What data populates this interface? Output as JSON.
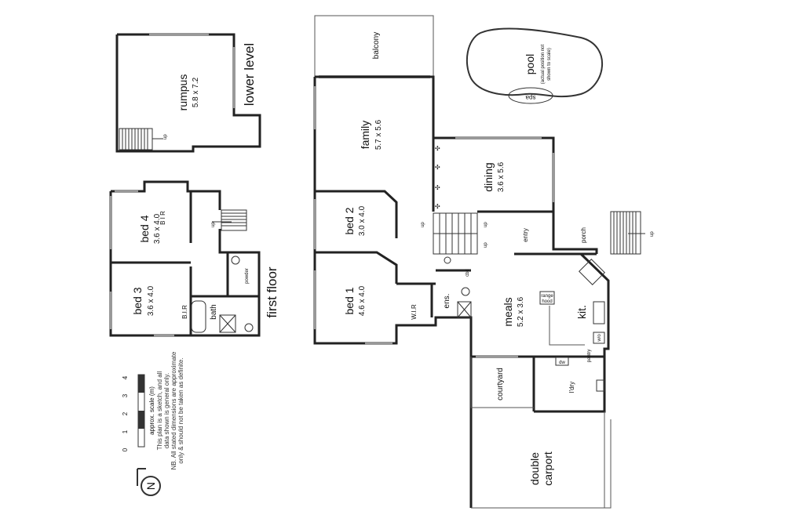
{
  "levels": {
    "lower": "lower level",
    "first": "first floor"
  },
  "rooms": {
    "rumpus": {
      "name": "rumpus",
      "dim": "5.8 x 7.2"
    },
    "bed4": {
      "name": "bed 4",
      "dim": "3.6 x 4.0"
    },
    "bed3": {
      "name": "bed 3",
      "dim": "3.6 x 4.0"
    },
    "bath": {
      "name": "bath"
    },
    "powder": {
      "name": "powder"
    },
    "bir_upper": {
      "name": "B\nI\nR"
    },
    "bir_bed3": {
      "name": "B.I.R"
    },
    "balcony": {
      "name": "balcony"
    },
    "family": {
      "name": "family",
      "dim": "5.7 x 5.6"
    },
    "bed2": {
      "name": "bed 2",
      "dim": "3.0 x 4.0"
    },
    "bed1": {
      "name": "bed 1",
      "dim": "4.6 x 4.0"
    },
    "wir": {
      "name": "W.I.R"
    },
    "ens": {
      "name": "ens."
    },
    "dining": {
      "name": "dining",
      "dim": "3.6 x 5.6"
    },
    "entry": {
      "name": "entry"
    },
    "porch": {
      "name": "porch"
    },
    "meals": {
      "name": "meals",
      "dim": "5.2 x 3.6"
    },
    "kit": {
      "name": "kit."
    },
    "pantry": {
      "name": "pantry"
    },
    "ldry": {
      "name": "l'dry"
    },
    "courtyard": {
      "name": "courtyard"
    },
    "carport": {
      "name": "double carport",
      "line1": "double",
      "line2": "carport"
    },
    "cbd": {
      "name": "cbd"
    },
    "pool": {
      "name": "pool",
      "note1": "(actual position not",
      "note2": "shown to scale)"
    },
    "spa": {
      "name": "spa"
    },
    "range_hood": {
      "l1": "range",
      "l2": "hood"
    },
    "dw": {
      "name": "dw"
    },
    "wo": {
      "name": "w/o"
    }
  },
  "labels": {
    "up": "up"
  },
  "legend": {
    "title": "approx. scale (m)",
    "ticks": [
      "0",
      "1",
      "2",
      "3",
      "4"
    ],
    "disclaimer1": "This plan is a sketch, and all",
    "disclaimer2": "data shown is general only.",
    "disclaimer3": "NB. All stated dimensions are approximate",
    "disclaimer4": "only & should not be taken as definite."
  },
  "compass": {
    "letter": "N"
  },
  "colors": {
    "wall": "#222222",
    "window": "#999999",
    "background": "#ffffff"
  }
}
